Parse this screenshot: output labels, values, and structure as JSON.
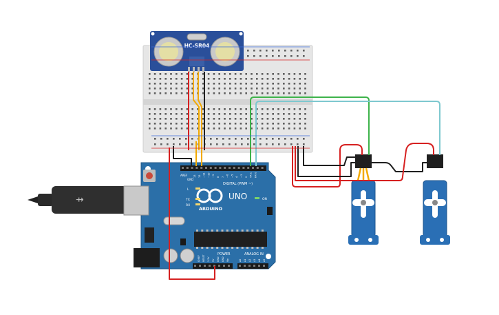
{
  "sensor": {
    "model": "HC-SR04"
  },
  "board": {
    "brand": "ARDUINO",
    "model": "UNO",
    "digital_label": "DIGITAL (PWM ~)",
    "power_label": "POWER",
    "analog_label": "ANALOG IN",
    "led_l": "L",
    "led_tx": "TX",
    "led_rx": "RX",
    "led_on": "ON",
    "aref": "AREF",
    "gnd": "GND",
    "digital_pins": [
      "13",
      "12",
      "~11",
      "~10",
      "~9",
      "8",
      "7",
      "~6",
      "~5",
      "4",
      "~3",
      "2",
      "TX 1",
      "RX 0"
    ],
    "power_pins": [
      "IOREF",
      "RESET",
      "3.3V",
      "5V",
      "GND",
      "GND",
      "Vin"
    ],
    "analog_pins": [
      "A0",
      "A1",
      "A2",
      "A3",
      "A4",
      "A5"
    ]
  },
  "colors": {
    "breadboard": "#e6e6e6",
    "board_blue": "#2b6fa8",
    "sensor_blue": "#2a4f9a",
    "servo_blue": "#2a6fb5",
    "wire_red": "#d62020",
    "wire_black": "#1f1f1f",
    "wire_orange": "#f2a900",
    "wire_green": "#3db34a",
    "wire_cyan": "#7ec8cf"
  }
}
